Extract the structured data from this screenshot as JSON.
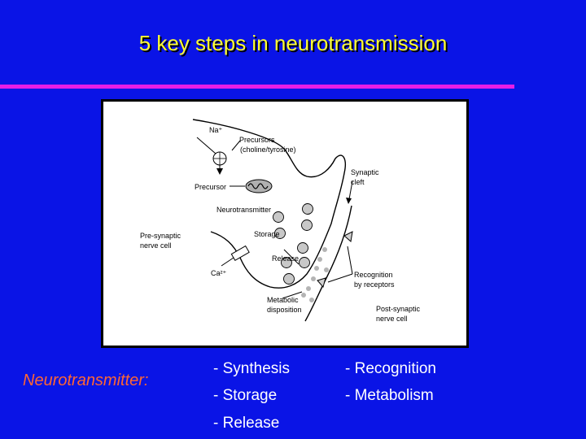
{
  "slide": {
    "title": "5 key steps in neurotransmission",
    "left_label": "Neurotransmitter:",
    "steps_col1": [
      "-  Synthesis",
      "-  Storage",
      "-  Release"
    ],
    "steps_col2": [
      "-  Recognition",
      "-  Metabolism"
    ]
  },
  "diagram": {
    "labels": {
      "na": "Na⁺",
      "precursors": "Precursors",
      "choline": "(choline/tyrosine)",
      "precursor": "Precursor",
      "neurotransmitter": "Neurotransmitter",
      "synaptic": "Synaptic",
      "cleft": "cleft",
      "pre_synaptic": "Pre-synaptic",
      "nerve_cell_pre": "nerve cell",
      "storage": "Storage",
      "release": "Release",
      "ca": "Ca²⁺",
      "recognition": "Recognition",
      "by_receptors": "by receptors",
      "metabolic": "Metabolic",
      "disposition": "disposition",
      "post_synaptic": "Post-synaptic",
      "nerve_cell_post": "nerve cell"
    }
  }
}
